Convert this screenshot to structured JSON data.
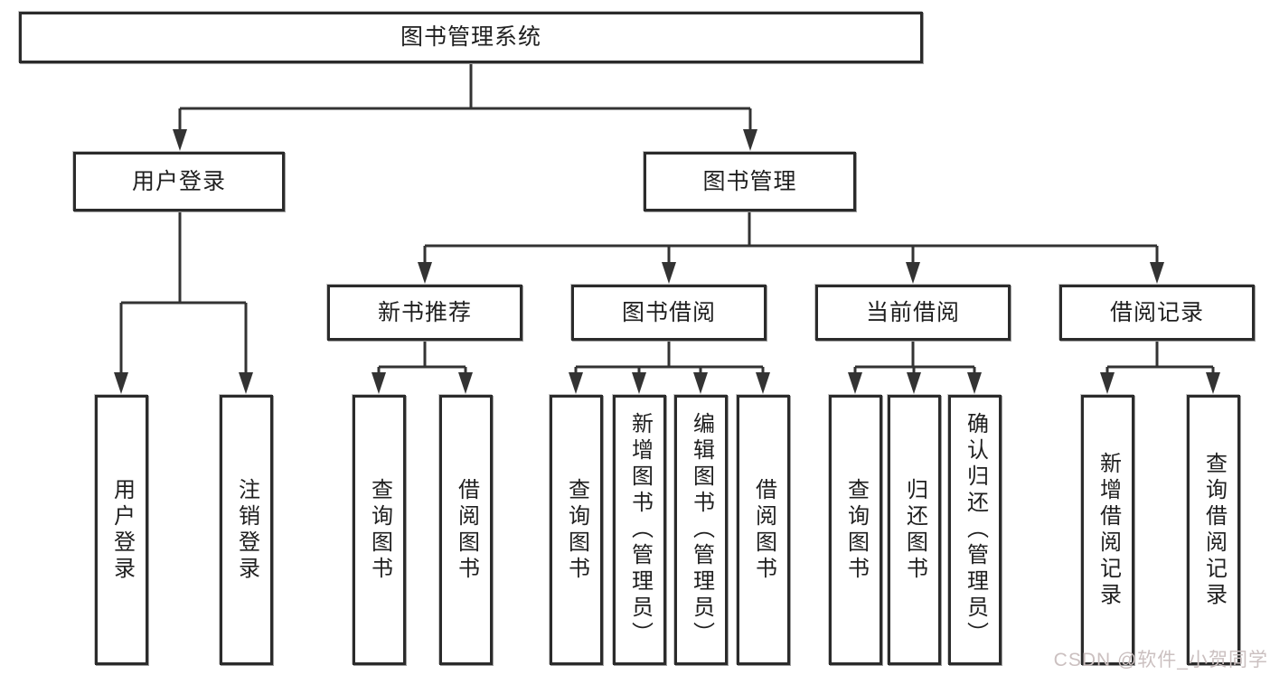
{
  "diagram": {
    "tree": {
      "root": {
        "label": "图书管理系统"
      },
      "branches": [
        {
          "label": "用户登录",
          "children": [
            {
              "label": "用户登录"
            },
            {
              "label": "注销登录"
            }
          ]
        },
        {
          "label": "图书管理",
          "sections": [
            {
              "label": "新书推荐",
              "children": [
                {
                  "label": "查询图书"
                },
                {
                  "label": "借阅图书"
                }
              ]
            },
            {
              "label": "图书借阅",
              "children": [
                {
                  "label": "查询图书"
                },
                {
                  "label": "新增图书（管理员）"
                },
                {
                  "label": "编辑图书（管理员）"
                },
                {
                  "label": "借阅图书"
                }
              ]
            },
            {
              "label": "当前借阅",
              "children": [
                {
                  "label": "查询图书"
                },
                {
                  "label": "归还图书"
                },
                {
                  "label": "确认归还（管理员）"
                }
              ]
            },
            {
              "label": "借阅记录",
              "children": [
                {
                  "label": "新增借阅记录"
                },
                {
                  "label": "查询借阅记录"
                }
              ]
            }
          ]
        }
      ]
    },
    "watermark": "CSDN @软件_小贺同学",
    "colors": {
      "line": "#333333",
      "box_border": "#2b2b2b",
      "text": "#1f1f1f",
      "watermark": "#cbc0c0",
      "background": "#ffffff"
    }
  }
}
